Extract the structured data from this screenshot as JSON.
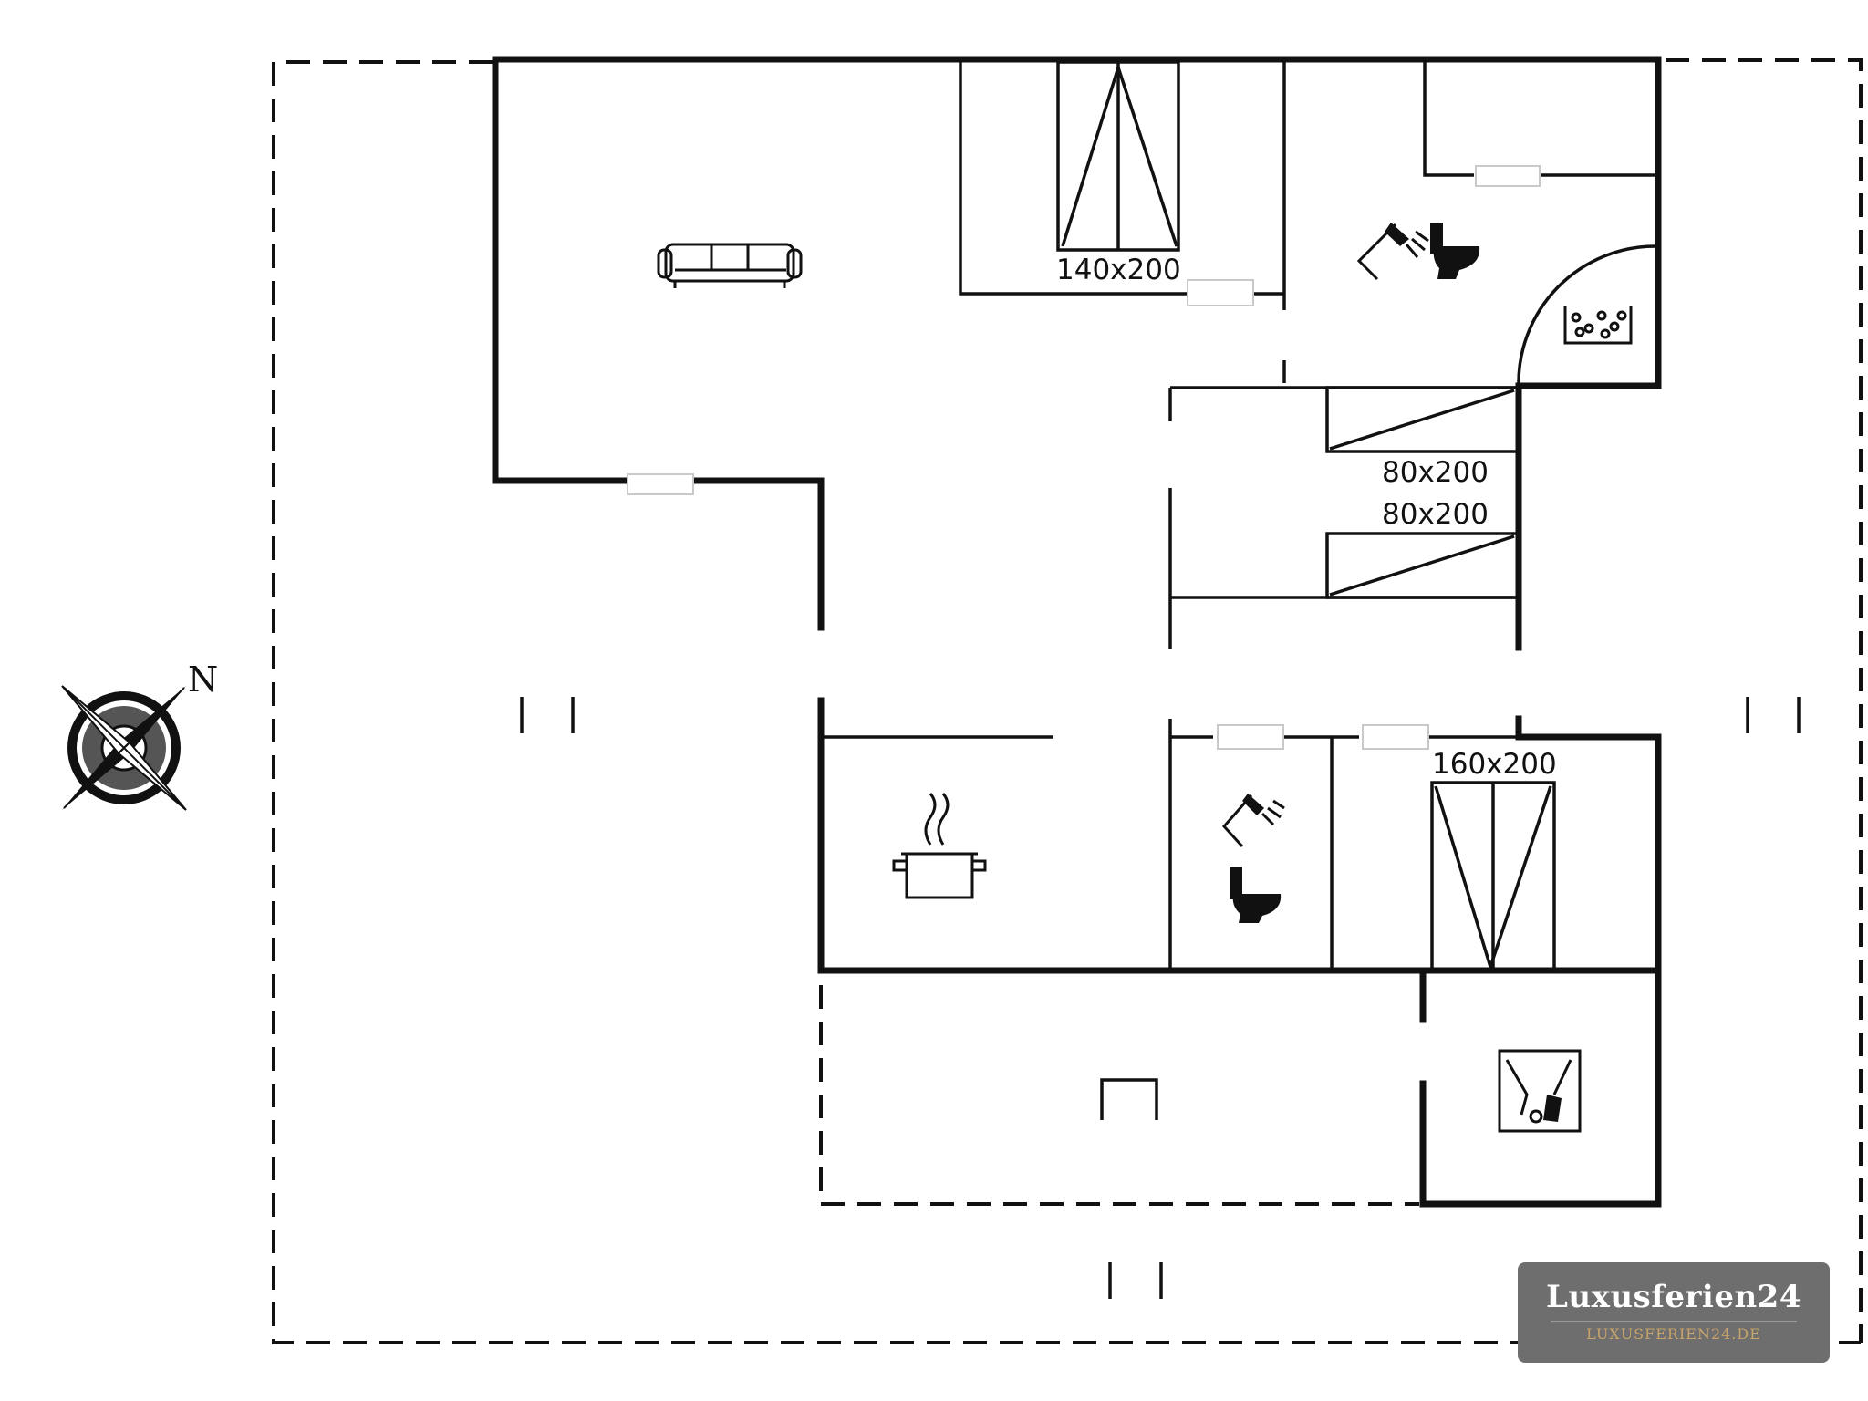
{
  "floorplan": {
    "bed_labels": {
      "double_top": "140x200",
      "single_1": "80x200",
      "single_2": "80x200",
      "double_bottom": "160x200"
    },
    "compass_label": "N",
    "icons": [
      "sofa-icon",
      "shower-icon",
      "toilet-icon",
      "jacuzzi-icon",
      "cooking-pot-icon",
      "washing-machine-icon",
      "compass-icon"
    ]
  },
  "watermark": {
    "brand": "Luxusferien24",
    "url": "LUXUSFERIEN24.DE"
  }
}
